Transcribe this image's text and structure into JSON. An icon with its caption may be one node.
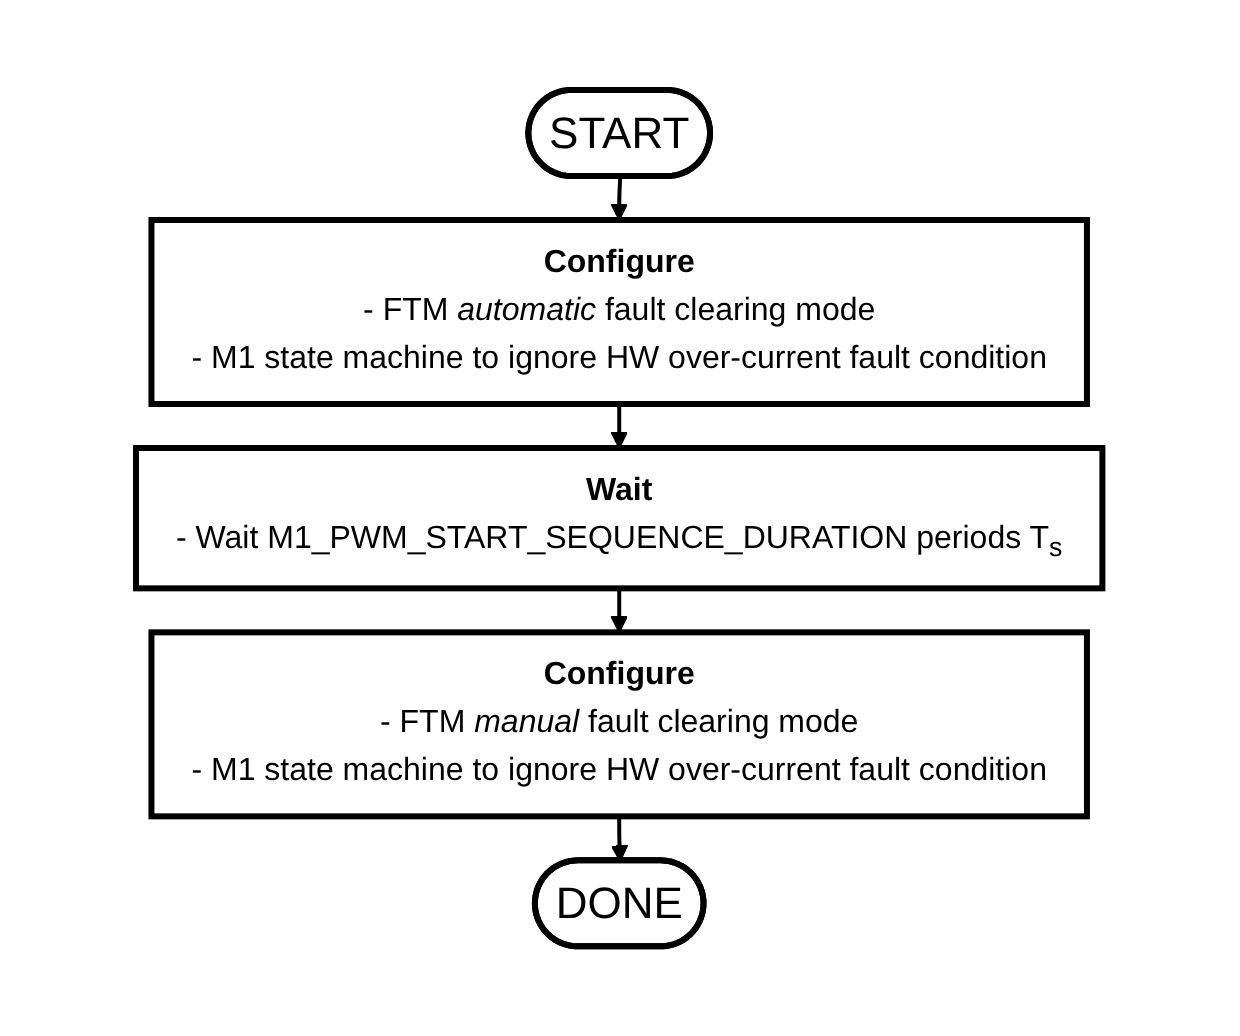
{
  "diagram": {
    "nodes": [
      {
        "text": [
          "START"
        ]
      },
      {
        "text": [
          "Configure",
          "- FTM *automatic* fault clearing mode",
          "- M1 state machine to ignore HW over-current fault condition"
        ]
      },
      {
        "text": [
          "Wait",
          "- Wait M1_PWM_START_SEQUENCE_DURATION periods T$_{s}$"
        ]
      },
      {
        "text": [
          "Configure",
          "- FTM *manual* fault clearing mode",
          "- M1 state machine to ignore HW over-current fault condition"
        ]
      },
      {
        "text": [
          "DONE"
        ]
      }
    ],
    "edges": [
      {
        "from": 0,
        "to": 1,
        "arrow": "to"
      },
      {
        "from": 1,
        "to": 2,
        "arrow": "to"
      },
      {
        "from": 2,
        "to": 3,
        "arrow": "to"
      },
      {
        "from": 3,
        "to": 4,
        "arrow": "to"
      }
    ]
  }
}
